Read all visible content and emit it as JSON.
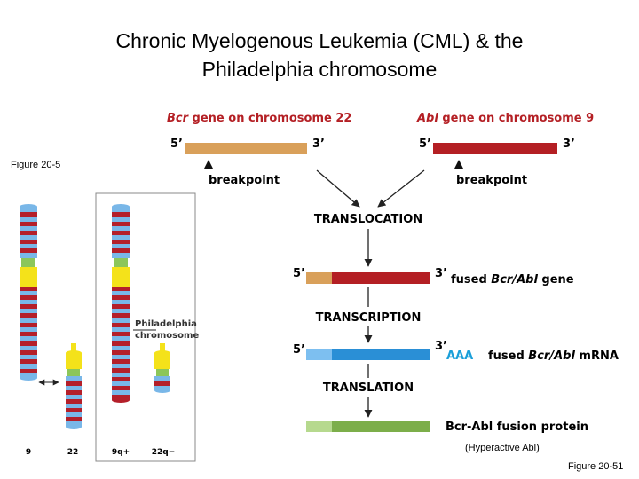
{
  "title": {
    "line1": "Chronic Myelogenous Leukemia (CML) & the",
    "line2": "Philadelphia chromosome"
  },
  "figure_labels": {
    "left": "Figure 20-5",
    "bottom_right": "Figure 20-51"
  },
  "gene_bcr": {
    "italic": "Bcr",
    "rest": " gene on chromosome 22",
    "five_prime": "5’",
    "three_prime": "3’",
    "breakpoint": "breakpoint",
    "color": "#d9a05a"
  },
  "gene_abl": {
    "italic": "Abl",
    "rest": " gene on chromosome 9",
    "five_prime": "5’",
    "three_prime": "3’",
    "breakpoint": "breakpoint",
    "color": "#b41f24"
  },
  "steps": {
    "translocation": "TRANSLOCATION",
    "transcription": "TRANSCRIPTION",
    "translation": "TRANSLATION"
  },
  "fused_gene": {
    "five_prime": "5’",
    "three_prime": "3’",
    "label_prefix": "fused ",
    "label_italic": "Bcr/Abl",
    "label_suffix": " gene"
  },
  "mrna": {
    "five_prime": "5’",
    "three_prime": "3’",
    "poly_a": "AAA",
    "label_prefix": "fused ",
    "label_italic": "Bcr/Abl",
    "label_suffix": " mRNA",
    "color": "#2a8fd6",
    "poly_a_color": "#1a9fd9"
  },
  "protein": {
    "label": "Bcr-Abl fusion protein",
    "note": "(Hyperactive Abl)",
    "color": "#7cae4a"
  },
  "chromosomes": {
    "philadelphia_label_line1": "Philadelphia",
    "philadelphia_label_line2": "chromosome",
    "labels": [
      "9",
      "22",
      "9q+",
      "22q−"
    ],
    "band_colors": {
      "red": "#b41f2a",
      "blue": "#79b7e8",
      "yellow": "#f4e21a",
      "green": "#8cc65a"
    }
  }
}
